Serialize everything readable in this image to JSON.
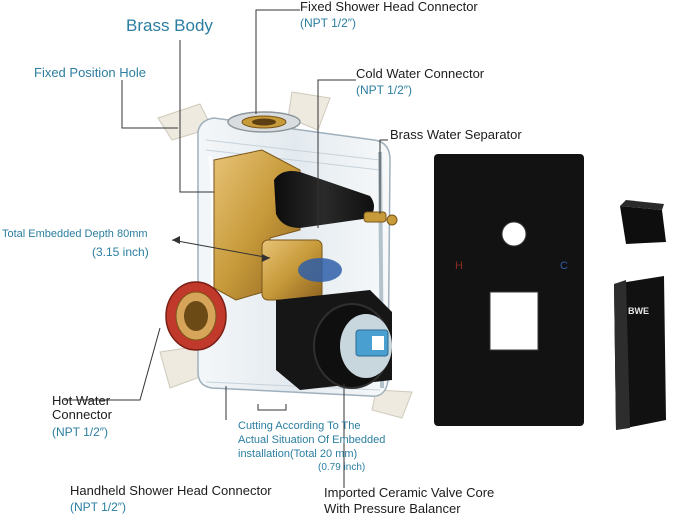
{
  "labels": {
    "brass_body": "Brass Body",
    "fixed_shower_head_connector": "Fixed Shower Head Connector",
    "fixed_shower_npt": "(NPT 1/2″)",
    "cold_water_connector": "Cold Water Connector",
    "cold_water_npt": "(NPT 1/2″)",
    "fixed_position_hole": "Fixed Position Hole",
    "brass_water_separator": "Brass Water Separator",
    "total_depth": "Total Embedded Depth 80mm",
    "total_depth_inch": "(3.15 inch)",
    "hot_water_connector_line1": "Hot Water",
    "hot_water_connector_line2": "Connector",
    "hot_water_npt": "(NPT 1/2″)",
    "cutting_line1": "Cutting According To The",
    "cutting_line2": "Actual Situation Of Embedded",
    "cutting_line3": "installation(Total 20 mm)",
    "cutting_inch": "(0.79 inch)",
    "handheld_connector": "Handheld Shower Head Connector",
    "handheld_npt": "(NPT 1/2″)",
    "valve_core_line1": "Imported Ceramic Valve Core",
    "valve_core_line2": "With Pressure Balancer"
  },
  "plate": {
    "hot_marker": "H",
    "cold_marker": "C"
  },
  "handle": {
    "logo_text": "BWE"
  },
  "colors": {
    "label_dark": "#1c1c1c",
    "label_teal": "#2b7ea1",
    "brass": "#c79a3a",
    "matte_black": "#141414",
    "hot_ring": "#c0392b",
    "cold_ring": "#2f5fa8"
  }
}
